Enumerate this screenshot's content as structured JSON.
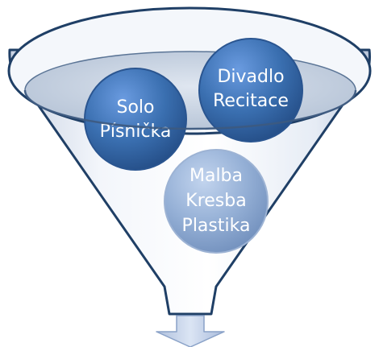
{
  "diagram": {
    "kind": "funnel",
    "circles": [
      {
        "lines": [
          "Solo",
          "Písnička"
        ],
        "color": "#3a6fb0"
      },
      {
        "lines": [
          "Divadlo",
          "Recitace"
        ],
        "color": "#3a6fb0"
      },
      {
        "lines": [
          "Malba",
          "Kresba",
          "Plastika"
        ],
        "color": "#8eaad3"
      }
    ],
    "colors": {
      "funnel_fill": "#eef2f8",
      "funnel_stroke": "#1f3f66",
      "arrow": "#c6d6ee"
    }
  }
}
